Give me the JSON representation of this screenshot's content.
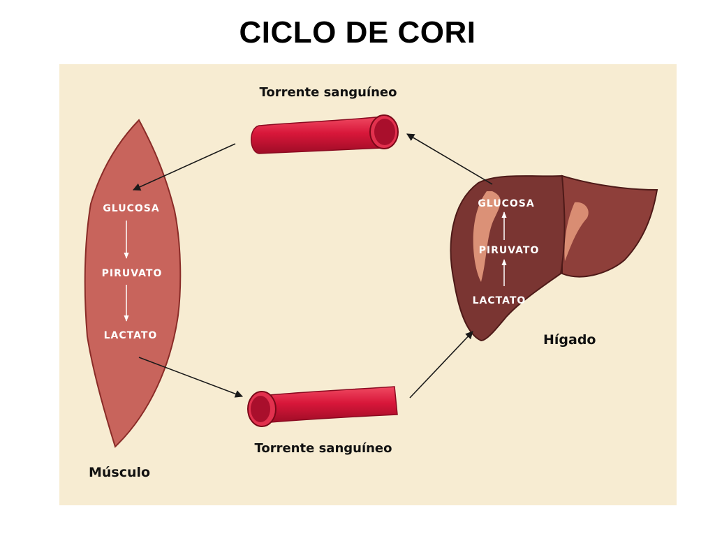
{
  "title": "CICLO DE CORI",
  "colors": {
    "background": "#f7ecd2",
    "muscle": "#c8645c",
    "liver": "#7a3532",
    "blood_vessel": "#d01c3a"
  },
  "blood_top": {
    "label": "Torrente sanguíneo"
  },
  "blood_bottom": {
    "label": "Torrente sanguíneo"
  },
  "muscle": {
    "label": "Músculo",
    "steps": [
      "GLUCOSA",
      "PIRUVATO",
      "LACTATO"
    ]
  },
  "liver": {
    "label": "Hígado",
    "steps": [
      "GLUCOSA",
      "PIRUVATO",
      "LACTATO"
    ]
  }
}
